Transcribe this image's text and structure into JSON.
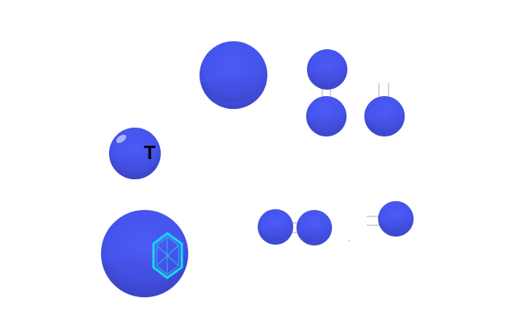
{
  "scene": {
    "background": "#ffffff",
    "sphere_color": "#4a58f2",
    "sphere_shadow": "#3a45c8",
    "highlight_color": "#ffffff",
    "connector_color": "#c8c8c8",
    "marker_letter": "T",
    "marker_letter_color": "#000000",
    "gem_color": "#18d6ee",
    "objects": [
      {
        "kind": "sphere",
        "name": "sphere-large-top"
      },
      {
        "kind": "sphere",
        "name": "sphere-top-right-upper"
      },
      {
        "kind": "sphere",
        "name": "sphere-top-right-lower-left"
      },
      {
        "kind": "sphere",
        "name": "sphere-top-right-lower-right"
      },
      {
        "kind": "sphere",
        "name": "sphere-marked-t"
      },
      {
        "kind": "sphere",
        "name": "sphere-large-gem"
      },
      {
        "kind": "sphere",
        "name": "sphere-pair-left"
      },
      {
        "kind": "sphere",
        "name": "sphere-pair-right"
      },
      {
        "kind": "sphere",
        "name": "sphere-right-single"
      }
    ]
  }
}
